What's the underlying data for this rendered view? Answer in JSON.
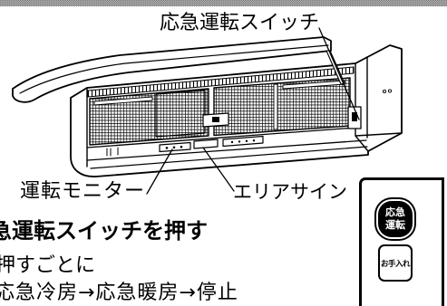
{
  "callouts": {
    "emergency_switch": "応急運転スイッチ",
    "operation_monitor": "運転モニター",
    "area_sign": "エリアサイン"
  },
  "instructions": {
    "heading": "急運転スイッチを押す",
    "step_note": "押すごとに",
    "cycle": "応急冷房→応急暖房→停止"
  },
  "button_panel": {
    "emergency_button": {
      "line1": "応急",
      "line2": "運転"
    },
    "care_button": "お手入れ"
  },
  "colors": {
    "ink": "#000000",
    "paper": "#ffffff",
    "texture": "#8a8a8a"
  }
}
